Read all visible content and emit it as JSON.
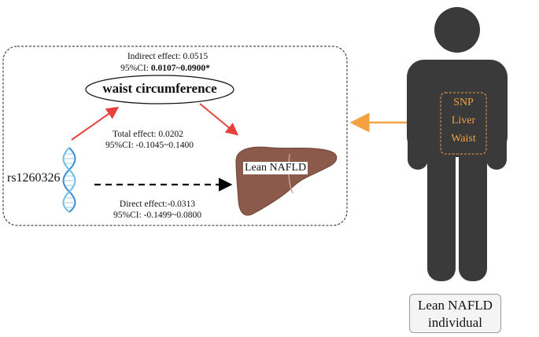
{
  "mediator": {
    "label": "waist circumference"
  },
  "indirect": {
    "effect_text": "Indirect effect: 0.0515",
    "ci_prefix": "95%CI: ",
    "ci_value": "0.0107~0.0900*"
  },
  "total": {
    "effect_text": "Total effect: 0.0202",
    "ci_text": "95%CI: -0.1045~0.1400"
  },
  "direct": {
    "effect_text": "Direct effect:-0.0313",
    "ci_text": "95%CI: -0.1499~0.0800"
  },
  "exposure": {
    "label": "rs1260326"
  },
  "outcome": {
    "label": "Lean NAFLD"
  },
  "person": {
    "box_lines": [
      "SNP",
      "Liver",
      "Waist"
    ],
    "caption_lines": [
      "Lean NAFLD",
      "individual"
    ]
  },
  "colors": {
    "arrow_red": "#e8413c",
    "arrow_orange": "#f5a141",
    "person": "#3a3a3a",
    "liver": "#8b5a4a"
  }
}
